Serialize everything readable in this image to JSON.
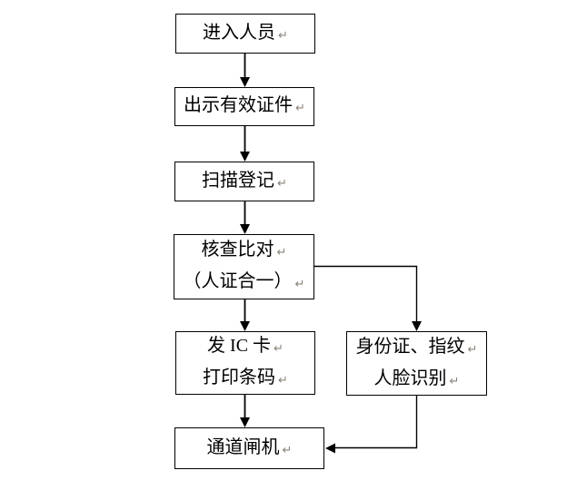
{
  "diagram": {
    "title_hint": "personnel-entry-flowchart",
    "background": "#ffffff",
    "line_color": "#000000",
    "text_color": "#000000",
    "mark_color": "#8a8278",
    "paragraph_mark": "↵",
    "nodes": [
      {
        "id": "enter-personnel",
        "line1": "进入人员"
      },
      {
        "id": "show-valid-id",
        "line1": "出示有效证件"
      },
      {
        "id": "scan-register",
        "line1": "扫描登记"
      },
      {
        "id": "check-compare",
        "line1": "核查比对",
        "line2": "（人证合一）"
      },
      {
        "id": "issue-ic-card",
        "line1": "发 IC 卡",
        "line2": "打印条码"
      },
      {
        "id": "id-fingerprint-face",
        "line1": "身份证、指纹",
        "line2": "人脸识别"
      },
      {
        "id": "channel-gate",
        "line1": "通道闸机"
      }
    ],
    "edges": [
      {
        "from": "enter-personnel",
        "to": "show-valid-id"
      },
      {
        "from": "show-valid-id",
        "to": "scan-register"
      },
      {
        "from": "scan-register",
        "to": "check-compare"
      },
      {
        "from": "check-compare",
        "to": "issue-ic-card"
      },
      {
        "from": "check-compare",
        "to": "id-fingerprint-face"
      },
      {
        "from": "issue-ic-card",
        "to": "channel-gate"
      },
      {
        "from": "id-fingerprint-face",
        "to": "channel-gate"
      }
    ]
  }
}
